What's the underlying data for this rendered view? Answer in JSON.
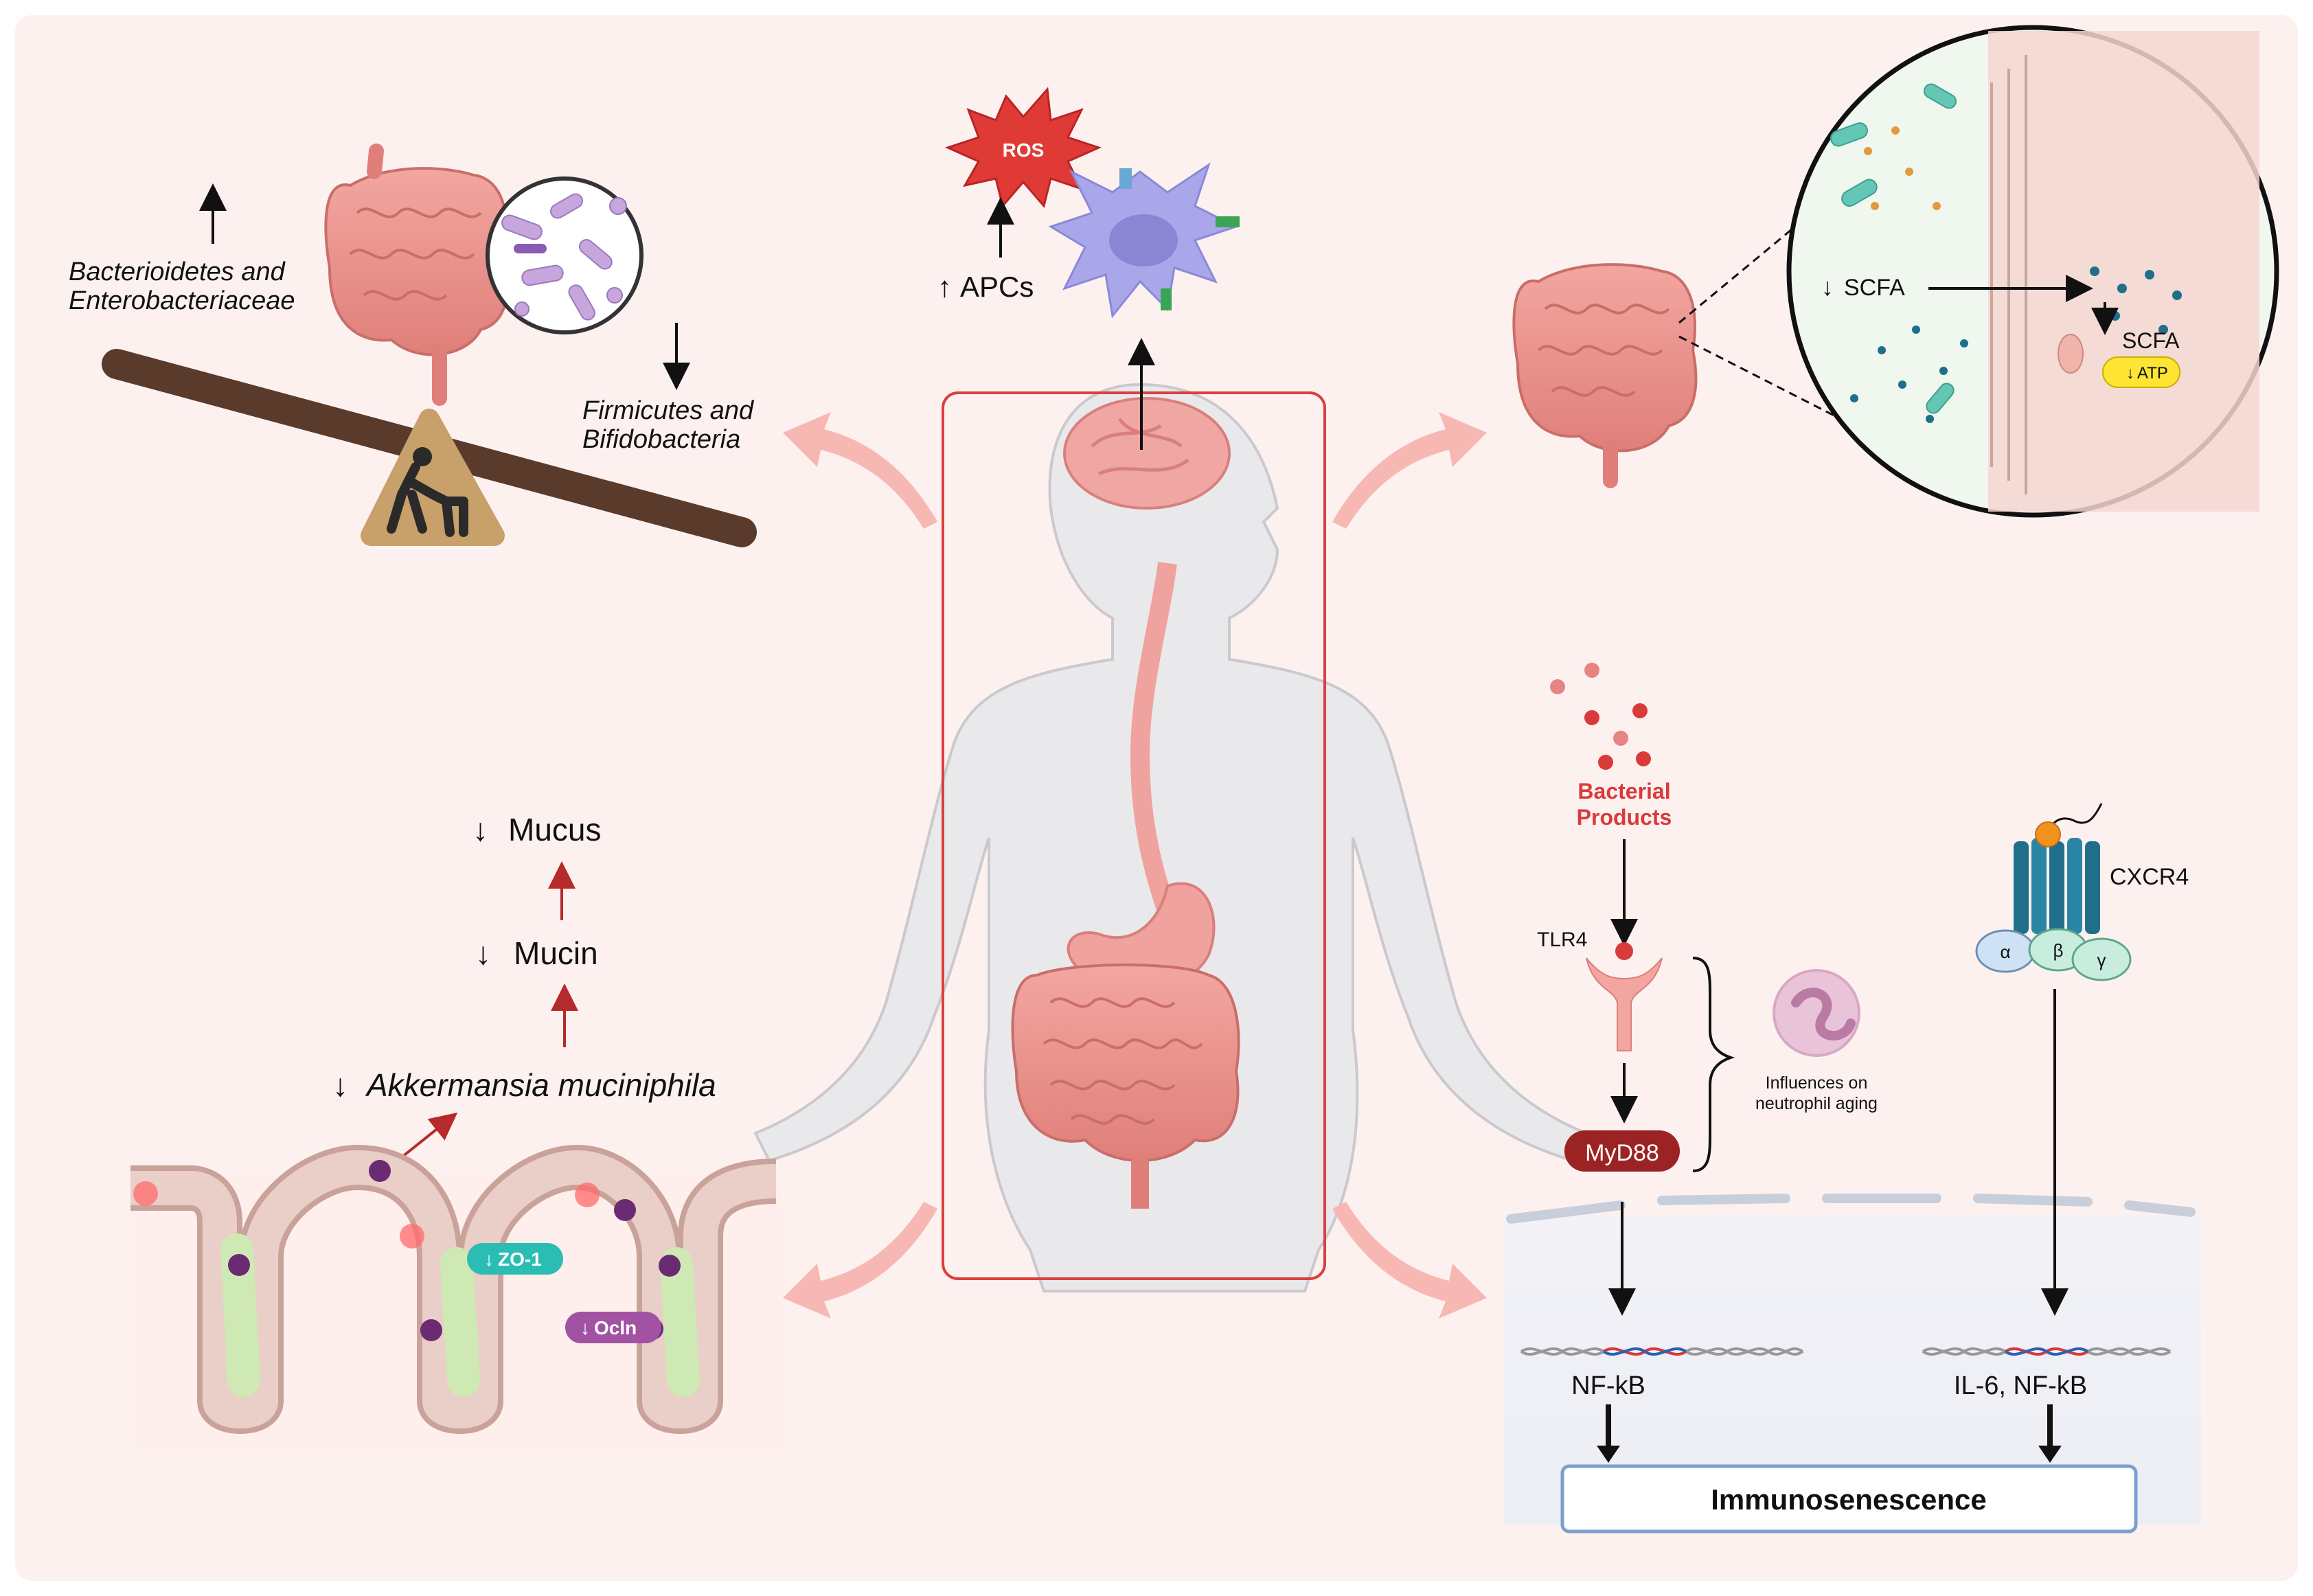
{
  "labels": {
    "bacterioidetes": "Bacterioidetes and",
    "enterobacteriaceae": "Enterobacteriaceae",
    "firmicutes": "Firmicutes and",
    "bifidobacteria": "Bifidobacteria",
    "ros": "ROS",
    "apcs": "APCs",
    "scfa_lumen": "SCFA",
    "scfa_cell": "SCFA",
    "atp": "ATP",
    "mucus": "Mucus",
    "mucin": "Mucin",
    "akkermansia": "Akkermansia muciniphila",
    "zo1": "ZO-1",
    "ocln": "Ocln",
    "bacterial_products_1": "Bacterial",
    "bacterial_products_2": "Products",
    "tlr4": "TLR4",
    "myd88": "MyD88",
    "neutrophil_1": "Influences on",
    "neutrophil_2": "neutrophil aging",
    "cxcr4": "CXCR4",
    "alpha": "α",
    "beta": "β",
    "gamma": "γ",
    "nfkb": "NF-kB",
    "il6_nfkb": "IL-6, NF-kB",
    "immunosenescence": "Immunosenescence"
  },
  "colors": {
    "background": "#fdf1f0",
    "arrow_pink": "#f7b8b4",
    "box_red": "#d9403f",
    "gut": "#e88e8a",
    "bacterial_red": "#d93a3a",
    "myd88": "#9b2323",
    "zo1": "#2bbdb3",
    "ocln": "#a152a3",
    "akk_purple": "#6b2b73",
    "cxcr4_blue": "#1f6f8b",
    "seesaw": "#5a3a2b",
    "warning": "#c8a06a"
  }
}
